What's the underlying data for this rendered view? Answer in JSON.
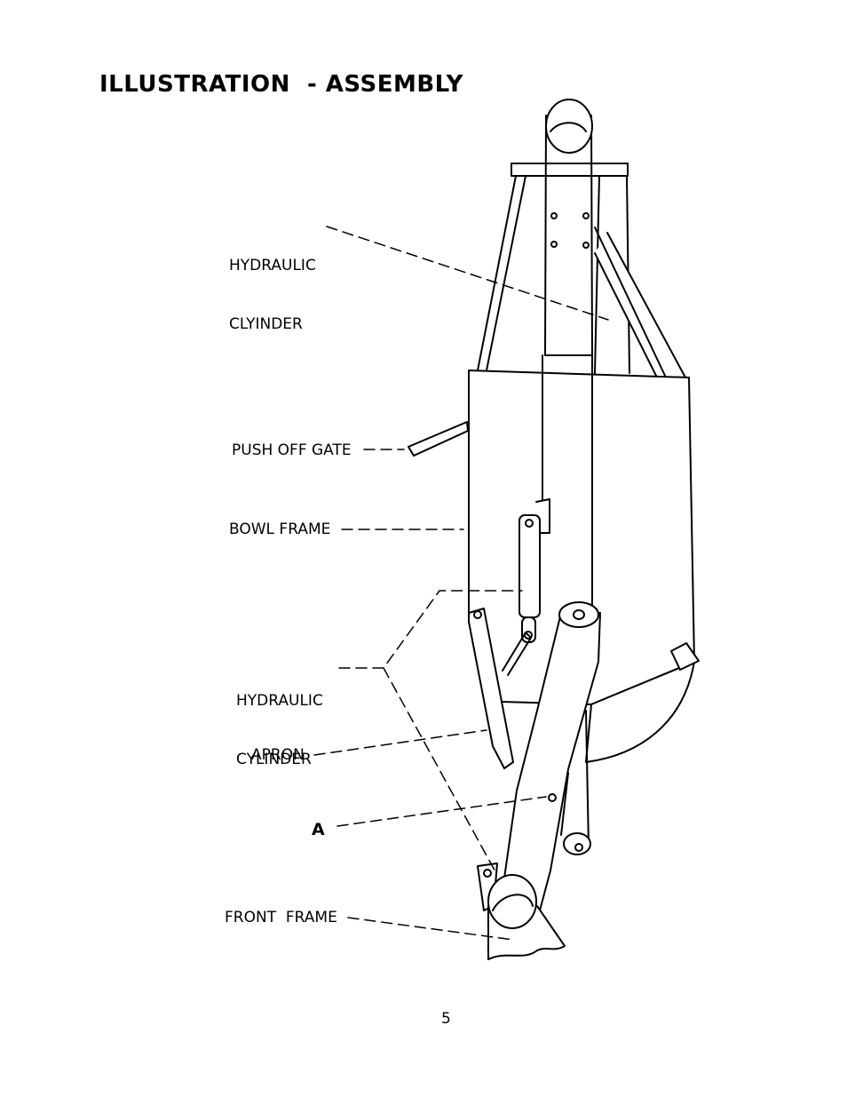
{
  "title": "ILLUSTRATION  - ASSEMBLY",
  "labels": {
    "hydraulic_clyinder": [
      "HYDRAULIC",
      "CLYINDER"
    ],
    "push_off_gate": "PUSH OFF GATE",
    "bowl_frame": "BOWL FRAME",
    "hydraulic_cylinder": [
      "HYDRAULIC",
      "CYLINDER"
    ],
    "apron": "APRON",
    "point_a": "A",
    "front_frame": "FRONT  FRAME"
  },
  "page_number": "5"
}
